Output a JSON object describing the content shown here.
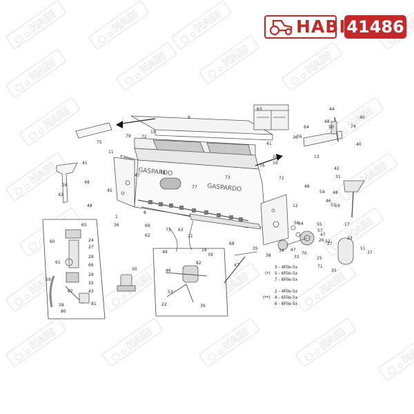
{
  "brand": {
    "name": "HABI",
    "code": "41486",
    "accent": "#c62828"
  },
  "watermark_text": "HABI",
  "legend": {
    "note_single": "(*)",
    "note_double": "(**)",
    "group1": [
      "3 - 4File-5x",
      "5 - 6File-5x",
      "7 - 8File-5x"
    ],
    "group2": [
      "2 - 4File-5x",
      "4 - 6File-5x",
      "6 - 8File-5x"
    ]
  },
  "hopper_text": {
    "upper": "GASPARDO",
    "lower": "GASPARDO"
  },
  "callouts": [
    {
      "id": "c9",
      "t": "9"
    },
    {
      "id": "c63",
      "t": "63"
    },
    {
      "id": "c44a",
      "t": "44"
    },
    {
      "id": "c40a",
      "t": "40"
    },
    {
      "id": "c74",
      "t": "74"
    },
    {
      "id": "c64a",
      "t": "64"
    },
    {
      "id": "c50",
      "t": "50"
    },
    {
      "id": "c48a",
      "t": "48"
    },
    {
      "id": "c76a",
      "t": "76"
    },
    {
      "id": "c36a",
      "t": "36"
    },
    {
      "id": "c15",
      "t": "15"
    },
    {
      "id": "c79a",
      "t": "79"
    },
    {
      "id": "c75",
      "t": "75"
    },
    {
      "id": "c72a",
      "t": "72"
    },
    {
      "id": "c41a",
      "t": "41"
    },
    {
      "id": "c20",
      "t": "20"
    },
    {
      "id": "c10",
      "t": "10"
    },
    {
      "id": "c13",
      "t": "13"
    },
    {
      "id": "c40b",
      "t": "40"
    },
    {
      "id": "c11",
      "t": "11"
    },
    {
      "id": "c41b",
      "t": "41"
    },
    {
      "id": "c16",
      "t": "16"
    },
    {
      "id": "c48b",
      "t": "48"
    },
    {
      "id": "c42a",
      "t": "42"
    },
    {
      "id": "c48c",
      "t": "48"
    },
    {
      "id": "c45",
      "t": "45"
    },
    {
      "id": "c47a",
      "t": "47"
    },
    {
      "id": "c78",
      "t": "78"
    },
    {
      "id": "c77",
      "t": "77"
    },
    {
      "id": "c73",
      "t": "73"
    },
    {
      "id": "c76b",
      "t": "76"
    },
    {
      "id": "c72b",
      "t": "72"
    },
    {
      "id": "c42b",
      "t": "42"
    },
    {
      "id": "c31",
      "t": "31"
    },
    {
      "id": "c48d",
      "t": "48"
    },
    {
      "id": "c54",
      "t": "54"
    },
    {
      "id": "c12",
      "t": "12"
    },
    {
      "id": "c46a",
      "t": "46"
    },
    {
      "id": "c51a",
      "t": "51"
    },
    {
      "id": "c19",
      "t": "19"
    },
    {
      "id": "c8",
      "t": "8"
    },
    {
      "id": "c1",
      "t": "1"
    },
    {
      "id": "c36b",
      "t": "36"
    },
    {
      "id": "c69",
      "t": "69"
    },
    {
      "id": "c62",
      "t": "62"
    },
    {
      "id": "c73b",
      "t": "73"
    },
    {
      "id": "c63b",
      "t": "63"
    },
    {
      "id": "c21",
      "t": "21"
    },
    {
      "id": "c68",
      "t": "68"
    },
    {
      "id": "c17",
      "t": "17"
    },
    {
      "id": "c55",
      "t": "55"
    },
    {
      "id": "c57",
      "t": "57"
    },
    {
      "id": "c56",
      "t": "56"
    },
    {
      "id": "c64b",
      "t": "64"
    },
    {
      "id": "c26",
      "t": "26"
    },
    {
      "id": "c27",
      "t": "27"
    },
    {
      "id": "c23",
      "t": "23"
    },
    {
      "id": "c52",
      "t": "52"
    },
    {
      "id": "c34",
      "t": "34"
    },
    {
      "id": "c51b",
      "t": "51"
    },
    {
      "id": "c37",
      "t": "37"
    },
    {
      "id": "c35a",
      "t": "35"
    },
    {
      "id": "c47b",
      "t": "47"
    },
    {
      "id": "c47c",
      "t": "47"
    },
    {
      "id": "c33",
      "t": "33"
    },
    {
      "id": "c70",
      "t": "70"
    },
    {
      "id": "c25",
      "t": "25"
    },
    {
      "id": "c71",
      "t": "71"
    },
    {
      "id": "c35b",
      "t": "35"
    },
    {
      "id": "c18",
      "t": "18"
    },
    {
      "id": "c39a",
      "t": "39"
    },
    {
      "id": "c49",
      "t": "49"
    },
    {
      "id": "c82",
      "t": "82"
    },
    {
      "id": "c46b",
      "t": "46"
    },
    {
      "id": "c53",
      "t": "53"
    },
    {
      "id": "c22",
      "t": "22"
    },
    {
      "id": "c39b",
      "t": "39"
    },
    {
      "id": "c30",
      "t": "30"
    },
    {
      "id": "c65",
      "t": "65"
    },
    {
      "id": "c60",
      "t": "60"
    },
    {
      "id": "c24",
      "t": "24"
    },
    {
      "id": "c27b",
      "t": "27"
    },
    {
      "id": "c28",
      "t": "28"
    },
    {
      "id": "c66",
      "t": "66"
    },
    {
      "id": "c29",
      "t": "29"
    },
    {
      "id": "c61",
      "t": "61"
    },
    {
      "id": "c59",
      "t": "59"
    },
    {
      "id": "c32",
      "t": "32"
    },
    {
      "id": "c43",
      "t": "43"
    },
    {
      "id": "c67",
      "t": "67"
    },
    {
      "id": "c80",
      "t": "80"
    },
    {
      "id": "c81",
      "t": "81"
    },
    {
      "id": "c58",
      "t": "58"
    },
    {
      "id": "c38",
      "t": "38"
    },
    {
      "id": "c48e",
      "t": "48"
    },
    {
      "id": "c47d",
      "t": "47"
    }
  ]
}
